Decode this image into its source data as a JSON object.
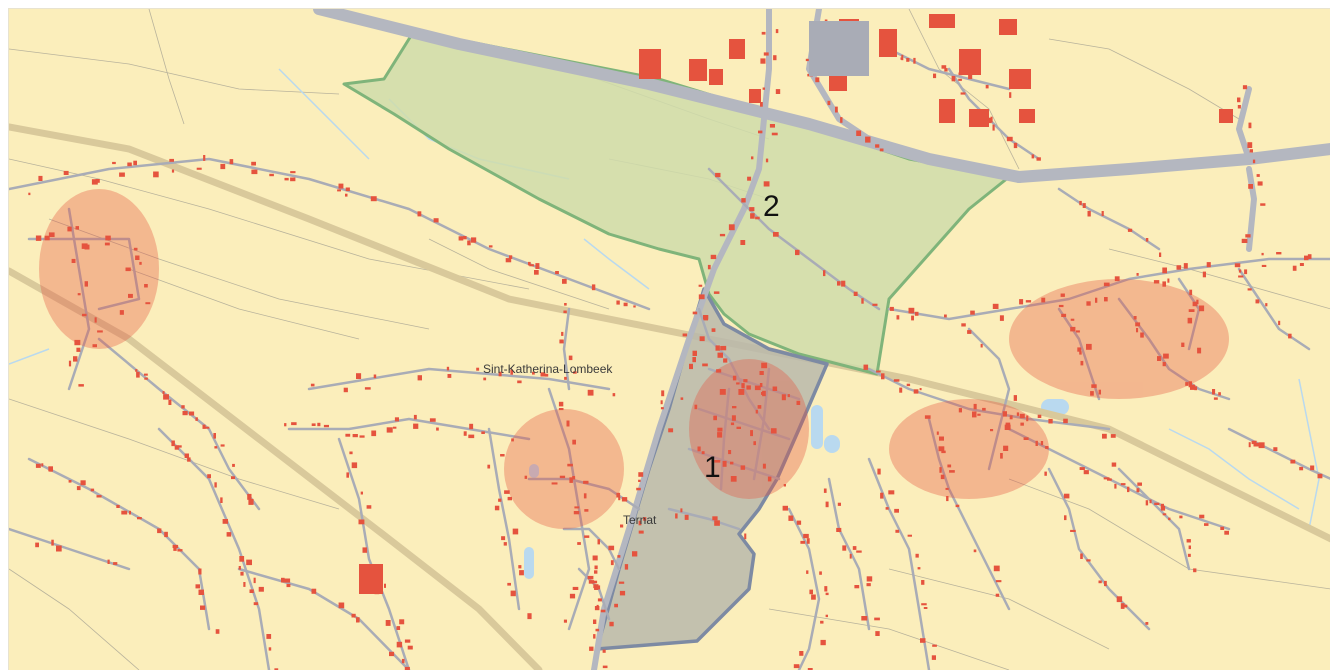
{
  "colors": {
    "background": "#fbeebb",
    "building": "#e5533e",
    "minor_road": "#a9acb6",
    "major_road": "#b4b7c0",
    "railway": "#d9c99b",
    "water": "#b9d9ef",
    "zone_1_fill": "#b9b9ac",
    "zone_1_border": "#7d8aa3",
    "zone_2_fill": "#cfdcaa",
    "zone_2_border": "#7fb47a"
  },
  "places": {
    "sint_katherina_lombeek": "Sint-Katherina-Lombeek",
    "ternat": "Ternat"
  },
  "zones": [
    {
      "id": "zone-1",
      "label": "1",
      "style": "grey"
    },
    {
      "id": "zone-2",
      "label": "2",
      "style": "green"
    }
  ]
}
